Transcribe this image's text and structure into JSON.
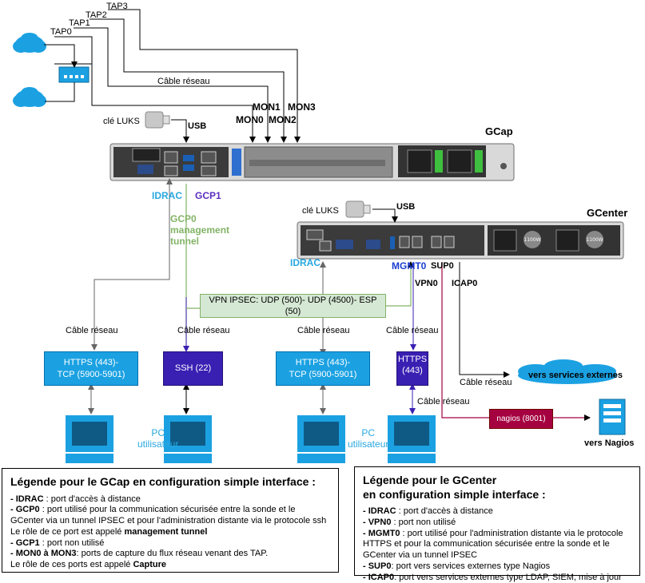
{
  "taps": [
    "TAP0",
    "TAP1",
    "TAP2",
    "TAP3"
  ],
  "cable_label": "Câble réseau",
  "gcap": {
    "title": "GCap",
    "mon_ports": [
      "MON0",
      "MON1",
      "MON2",
      "MON3"
    ],
    "luks_label": "clé LUKS",
    "usb_label": "USB",
    "idrac_label": "IDRAC",
    "gcp1_label": "GCP1",
    "gcp0_label": "GCP0\nmanagement\ntunnel"
  },
  "gcenter": {
    "title": "GCenter",
    "luks_label": "clé LUKS",
    "usb_label": "USB",
    "idrac_label": "IDRAC",
    "mgmt0_label": "MGMT0",
    "sup0_label": "SUP0",
    "vpn0_label": "VPN0",
    "icap0_label": "ICAP0"
  },
  "vpn_box": "VPN IPSEC: UDP (500)- UDP (4500)- ESP (50)",
  "boxes": {
    "https_tcp": "HTTPS (443)-\nTCP (5900-5901)",
    "ssh": "SSH (22)",
    "https_mgmt": "HTTPS\n(443)",
    "nagios": "nagios (8001)"
  },
  "pc_label": "PC\nutilisateur",
  "external_services": "vers services externes",
  "nagios_dest": "vers Nagios",
  "psu_label": "1100W",
  "legend_gcap": {
    "title": "Légende pour le GCap en configuration simple interface :",
    "lines": [
      {
        "term": "- IDRAC",
        "desc": " : port d'accès à distance"
      },
      {
        "term": "- GCP0",
        "desc": " : port utilisé pour la communication sécurisée entre la sonde et le GCenter via un tunnel IPSEC et pour l'administration distante via le protocole ssh"
      },
      {
        "term": "",
        "desc": "Le rôle de ce port est appelé ",
        "term2": "management tunnel"
      },
      {
        "term": "- GCP1",
        "desc": " : port non utilisé"
      },
      {
        "term": "- MON0 à MON3",
        "desc": ": ports de capture du flux réseau venant des TAP."
      },
      {
        "term": "",
        "desc": "Le rôle de ces ports est appelé ",
        "term2": "Capture"
      }
    ]
  },
  "legend_gcenter": {
    "title": "Légende pour le GCenter\nen configuration simple interface :",
    "lines": [
      {
        "term": "- IDRAC",
        "desc": " : port d'accès à distance"
      },
      {
        "term": "- VPN0",
        "desc": " : port non utilisé"
      },
      {
        "term": "- MGMT0",
        "desc": " : port utilisé pour l'administration distante via le protocole HTTPS et pour la communication sécurisée entre la sonde et le GCenter via un tunnel IPSEC"
      },
      {
        "term": "- SUP0",
        "desc": ": port vers services externes type Nagios"
      },
      {
        "term": "- ICAP0",
        "desc": ": port vers services externes type LDAP, SIEM, mise à jour"
      }
    ]
  }
}
